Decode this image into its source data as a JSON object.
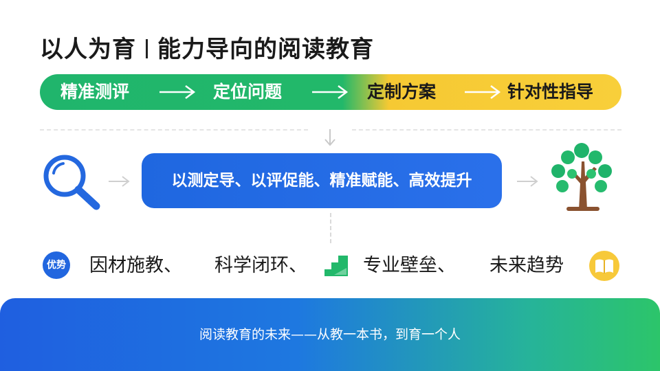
{
  "title": {
    "left": "以人为育",
    "right": "能力导向的阅读教育"
  },
  "flow": {
    "steps": [
      "精准测评",
      "定位问题",
      "定制方案",
      "针对性指导"
    ]
  },
  "core": {
    "text": "以测定导、以评促能、精准赋能、高效提升"
  },
  "advantages": {
    "badge": "优势",
    "items": [
      "因材施教、",
      "科学闭环、",
      "专业壁垒、",
      "未来趋势"
    ]
  },
  "footer": {
    "text": "阅读教育的未来——从教一本书，到育一个人"
  },
  "colors": {
    "green": "#20b56c",
    "yellow": "#f6c933",
    "blue": "#2166df",
    "grey": "#d0d0d0"
  },
  "icons": [
    "search-icon",
    "tree-icon",
    "stairs-icon",
    "book-icon",
    "arrow-right-icon",
    "arrow-down-icon"
  ]
}
